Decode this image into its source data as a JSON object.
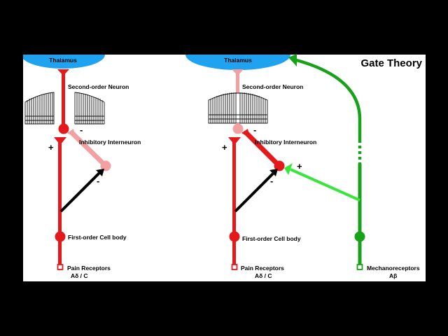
{
  "title": "Gate Theory",
  "colors": {
    "red": "#e3191c",
    "pink": "#f3a0a2",
    "green": "#18a21a",
    "bright_green": "#37e63a",
    "black": "#000000",
    "thalamus": "#1fa2ef"
  },
  "left_panel": {
    "thalamus": "Thalamus",
    "second_order": "Second-order Neuron",
    "inhibitory": "Inhibitory Interneuron",
    "first_order": "First-order Cell body",
    "receptor": "Pain Receptors",
    "fiber": "Aδ / C",
    "sign_plus": "+",
    "sign_minus_top": "-",
    "sign_minus_mid": "-",
    "gate_state": "open"
  },
  "right_panel": {
    "thalamus": "Thalamus",
    "second_order": "Second-order Neuron",
    "inhibitory": "Inhibitory Interneuron",
    "first_order": "First-order Cell body",
    "receptor": "Pain Receptors",
    "fiber": "Aδ / C",
    "sign_plus": "+",
    "sign_minus_top": "-",
    "sign_minus_mid": "-",
    "sign_plus_green": "+",
    "mech_receptor": "Mechanoreceptors",
    "mech_fiber": "Aβ",
    "gate_state": "closed"
  }
}
